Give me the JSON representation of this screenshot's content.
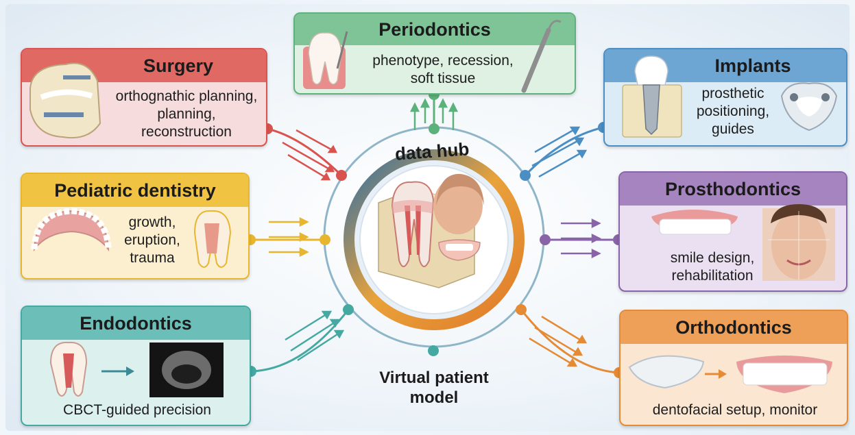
{
  "hub": {
    "title": "data hub",
    "model_line1": "Virtual patient",
    "model_line2": "model"
  },
  "cards": {
    "surgery": {
      "title": "Surgery",
      "lines": [
        "orthognathic planning,",
        "planning,",
        "reconstruction"
      ],
      "color": "#d9534f",
      "bg": "#f6dcdc"
    },
    "periodontics": {
      "title": "Periodontics",
      "lines": [
        "phenotype, recession,",
        "soft tissue"
      ],
      "color": "#5cb27a",
      "bg": "#def1e3"
    },
    "implants": {
      "title": "Implants",
      "lines": [
        "prosthetic",
        "positioning,",
        "guides"
      ],
      "color": "#4a8ec4",
      "bg": "#dcecf7"
    },
    "pediatric": {
      "title": "Pediatric dentistry",
      "lines": [
        "growth,",
        "eruption,",
        "trauma"
      ],
      "color": "#e8b62e",
      "bg": "#fbefcf"
    },
    "prosthodontics": {
      "title": "Prosthodontics",
      "lines": [
        "smile design,",
        "rehabilitation"
      ],
      "color": "#8a64a8",
      "bg": "#ebe0f2"
    },
    "endodontics": {
      "title": "Endodontics",
      "lines": [
        "CBCT-guided precision"
      ],
      "color": "#45a9a2",
      "bg": "#dcf0ee"
    },
    "orthodontics": {
      "title": "Orthodontics",
      "lines": [
        "dentofacial setup, monitor"
      ],
      "color": "#e58a35",
      "bg": "#fbe6d2"
    }
  }
}
